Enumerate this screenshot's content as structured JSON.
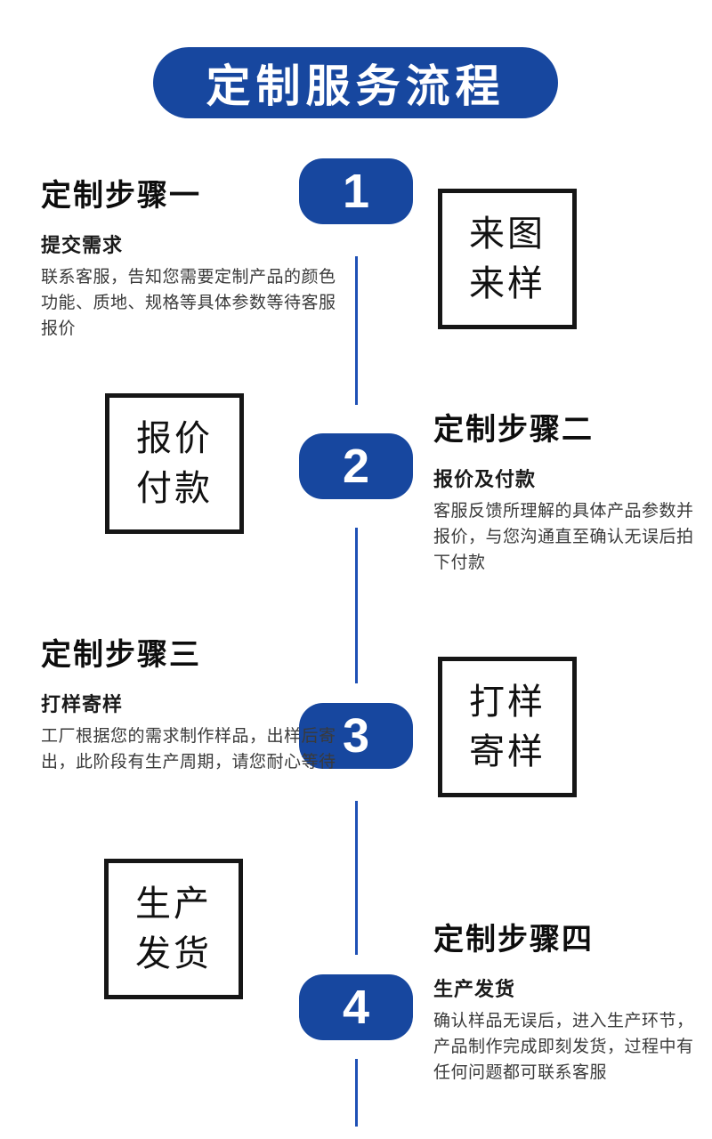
{
  "header": {
    "title": "定制服务流程"
  },
  "colors": {
    "primary_blue": "#17479f",
    "connector_blue": "#1e50b5",
    "box_border_black": "#161616",
    "body_text_gray": "#3a3a3a"
  },
  "steps": [
    {
      "number": "1",
      "heading": "定制步骤一",
      "subheading": "提交需求",
      "body": "联系客服，告知您需要定制产品的颜色功能、质地、规格等具体参数等待客服报价",
      "box_label": "来图\n来样"
    },
    {
      "number": "2",
      "heading": "定制步骤二",
      "subheading": "报价及付款",
      "body": "客服反馈所理解的具体产品参数并报价，与您沟通直至确认无误后拍下付款",
      "box_label": "报价\n付款"
    },
    {
      "number": "3",
      "heading": "定制步骤三",
      "subheading": "打样寄样",
      "body": "工厂根据您的需求制作样品，出样后寄出，此阶段有生产周期，请您耐心等待",
      "box_label": "打样\n寄样"
    },
    {
      "number": "4",
      "heading": "定制步骤四",
      "subheading": "生产发货",
      "body": "确认样品无误后，进入生产环节，产品制作完成即刻发货，过程中有任何问题都可联系客服",
      "box_label": "生产\n发货"
    }
  ]
}
